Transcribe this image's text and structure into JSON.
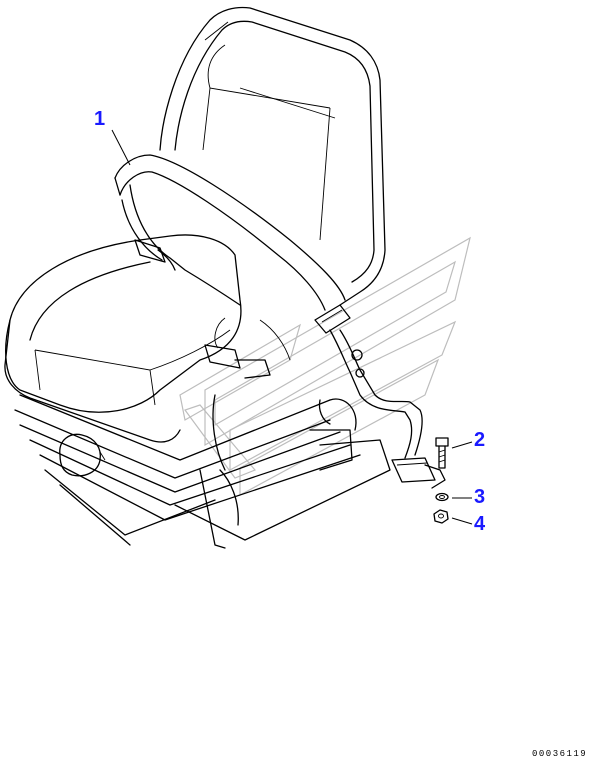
{
  "callouts": [
    {
      "id": "1",
      "label": "1",
      "part": "seat belt"
    },
    {
      "id": "2",
      "label": "2",
      "part": "bolt"
    },
    {
      "id": "3",
      "label": "3",
      "part": "washer"
    },
    {
      "id": "4",
      "label": "4",
      "part": "nut"
    }
  ],
  "drawing_id": "00036119",
  "colors": {
    "callout": "#1a1aff",
    "line": "#000000",
    "watermark": "#bdbdbd"
  }
}
